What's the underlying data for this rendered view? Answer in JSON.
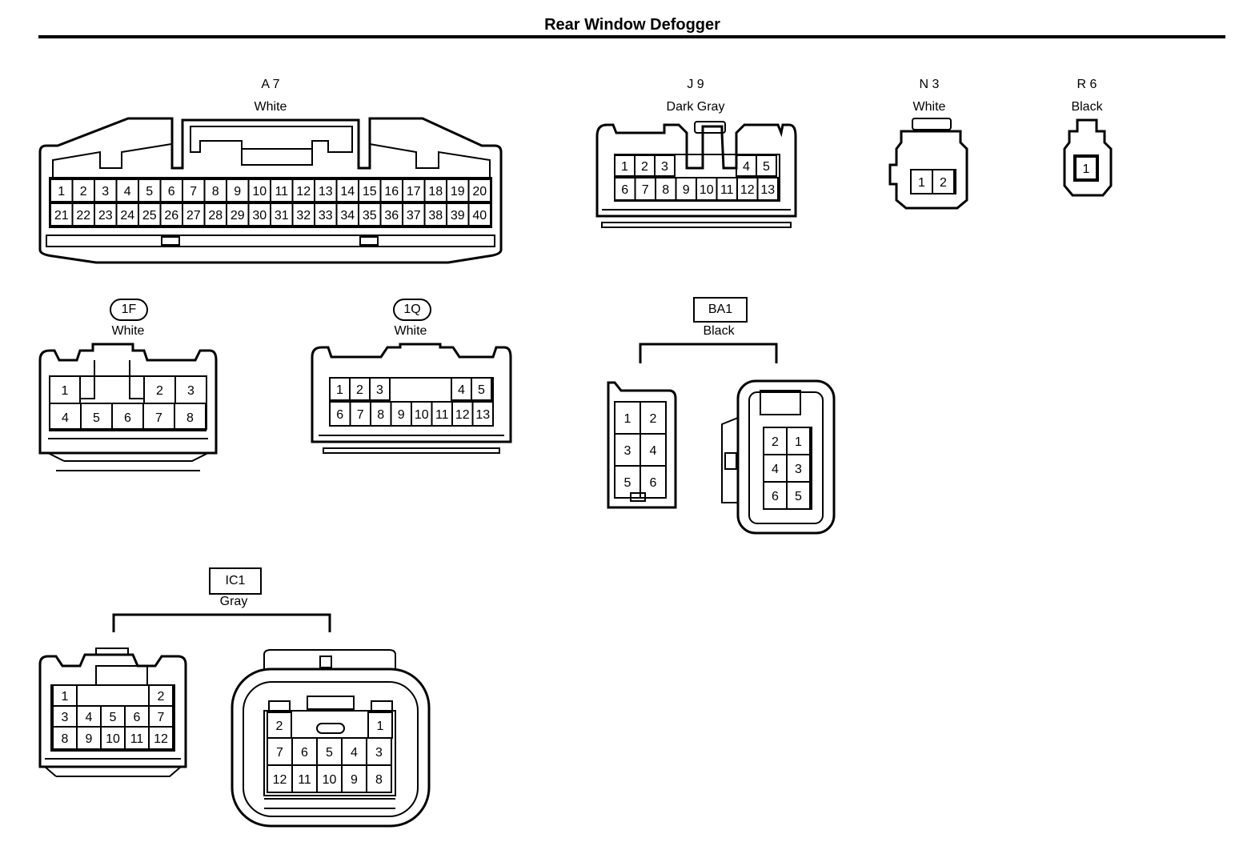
{
  "title": "Rear Window Defogger",
  "connectors": {
    "A7": {
      "code": "A 7",
      "color": "White",
      "pins_row1": [
        "1",
        "2",
        "3",
        "4",
        "5",
        "6",
        "7",
        "8",
        "9",
        "10",
        "11",
        "12",
        "13",
        "14",
        "15",
        "16",
        "17",
        "18",
        "19",
        "20"
      ],
      "pins_row2": [
        "21",
        "22",
        "23",
        "24",
        "25",
        "26",
        "27",
        "28",
        "29",
        "30",
        "31",
        "32",
        "33",
        "34",
        "35",
        "36",
        "37",
        "38",
        "39",
        "40"
      ]
    },
    "J9": {
      "code": "J 9",
      "color": "Dark Gray",
      "pins_row1_left": [
        "1",
        "2",
        "3"
      ],
      "pins_row1_right": [
        "4",
        "5"
      ],
      "pins_row2": [
        "6",
        "7",
        "8",
        "9",
        "10",
        "11",
        "12",
        "13"
      ]
    },
    "N3": {
      "code": "N 3",
      "color": "White",
      "pins": [
        "1",
        "2"
      ]
    },
    "R6": {
      "code": "R 6",
      "color": "Black",
      "pins": [
        "1"
      ]
    },
    "1F": {
      "code": "1F",
      "color": "White",
      "pins_row1_left": [
        "1"
      ],
      "pins_row1_right": [
        "2",
        "3"
      ],
      "pins_row2": [
        "4",
        "5",
        "6",
        "7",
        "8"
      ]
    },
    "1Q": {
      "code": "1Q",
      "color": "White",
      "pins_row1_left": [
        "1",
        "2",
        "3"
      ],
      "pins_row1_right": [
        "4",
        "5"
      ],
      "pins_row2": [
        "6",
        "7",
        "8",
        "9",
        "10",
        "11",
        "12",
        "13"
      ]
    },
    "BA1": {
      "code": "BA1",
      "color": "Black",
      "left_pins": [
        "1",
        "2",
        "3",
        "4",
        "5",
        "6"
      ],
      "right_pins": [
        "2",
        "1",
        "4",
        "3",
        "6",
        "5"
      ]
    },
    "IC1": {
      "code": "IC1",
      "color": "Gray",
      "left_row1": [
        "1",
        "2"
      ],
      "left_row2": [
        "3",
        "4",
        "5",
        "6",
        "7"
      ],
      "left_row3": [
        "8",
        "9",
        "10",
        "11",
        "12"
      ],
      "right_row1": [
        "2",
        "1"
      ],
      "right_row2": [
        "7",
        "6",
        "5",
        "4",
        "3"
      ],
      "right_row3": [
        "12",
        "11",
        "10",
        "9",
        "8"
      ]
    }
  }
}
